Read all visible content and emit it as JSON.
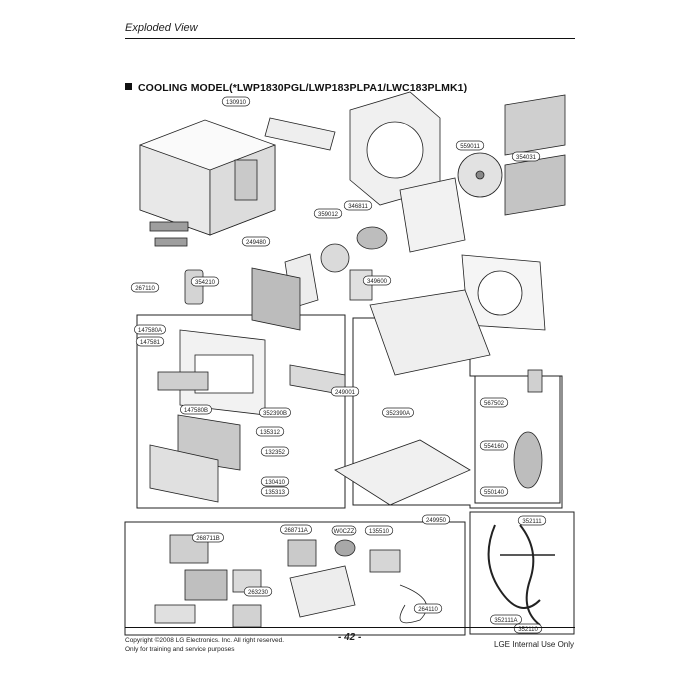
{
  "header": {
    "title": "Exploded View"
  },
  "section": {
    "title": "COOLING MODEL(*LWP1830PGL/LWP183PLPA1/LWC183PLMK1)"
  },
  "parts": [
    "130910",
    "559011",
    "354031",
    "346811",
    "359012",
    "249480",
    "349600",
    "267110",
    "354210",
    "147580A",
    "147581",
    "147580B",
    "135312",
    "352390B",
    "249001",
    "352390A",
    "567502",
    "554160",
    "550140",
    "130410",
    "132352",
    "135313",
    "268711B",
    "268711A",
    "W0CZZ",
    "135510",
    "249950",
    "352111",
    "263230",
    "264110",
    "352111A",
    "352110"
  ],
  "footer": {
    "copyright": "Copyright ©2008 LG Electronics. Inc. All right reserved.",
    "purpose": "Only for training and service purposes",
    "page_number": "- 42 -",
    "internal": "LGE Internal Use Only"
  }
}
